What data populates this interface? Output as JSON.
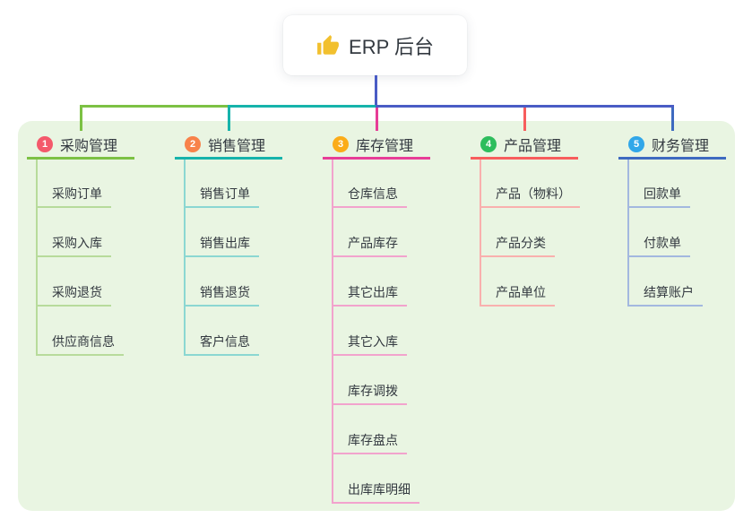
{
  "root": {
    "icon": "thumbs-up",
    "icon_color": "#f2c02e",
    "label": "ERP 后台"
  },
  "connector": {
    "root_line_color": "#4a5cc5"
  },
  "panel_bg": "#e9f5e2",
  "text_color": "#333940",
  "branches": [
    {
      "number": "1",
      "label": "采购管理",
      "badge_color": "#f4596b",
      "line_color": "#7cc144",
      "child_line_color": "#b7db9b",
      "children": [
        "采购订单",
        "采购入库",
        "采购退货",
        "供应商信息"
      ]
    },
    {
      "number": "2",
      "label": "销售管理",
      "badge_color": "#f8824a",
      "line_color": "#16b3ab",
      "child_line_color": "#8bd7d2",
      "children": [
        "销售订单",
        "销售出库",
        "销售退货",
        "客户信息"
      ]
    },
    {
      "number": "3",
      "label": "库存管理",
      "badge_color": "#fbac19",
      "line_color": "#e73d97",
      "child_line_color": "#f2a3cd",
      "children": [
        "仓库信息",
        "产品库存",
        "其它出库",
        "其它入库",
        "库存调拨",
        "库存盘点",
        "出库库明细"
      ]
    },
    {
      "number": "4",
      "label": "产品管理",
      "badge_color": "#2ebd5d",
      "line_color": "#f75d5d",
      "child_line_color": "#f9b0ae",
      "children": [
        "产品（物料）",
        "产品分类",
        "产品单位"
      ]
    },
    {
      "number": "5",
      "label": "财务管理",
      "badge_color": "#31a7e9",
      "line_color": "#3e6ac0",
      "child_line_color": "#a3b8df",
      "children": [
        "回款单",
        "付款单",
        "结算账户"
      ]
    }
  ]
}
